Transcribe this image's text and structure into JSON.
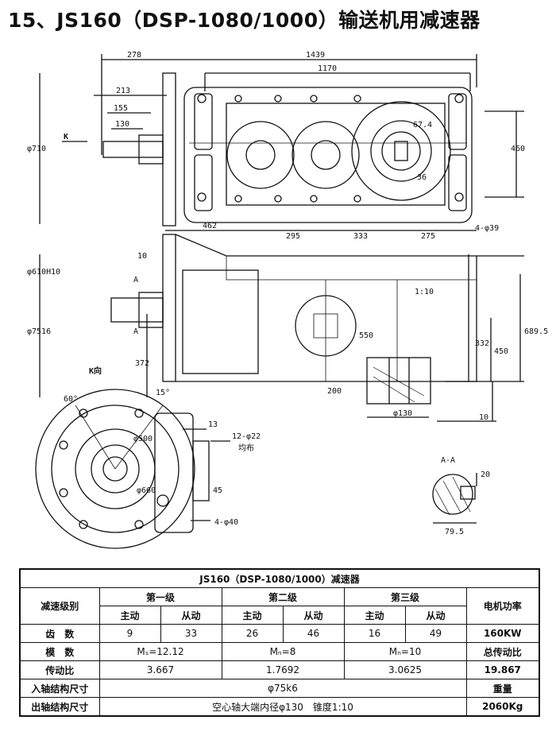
{
  "title": "15、JS160（DSP-1080/1000）输送机用减速器",
  "drawing": {
    "top_dims": [
      "278",
      "1439",
      "1170",
      "213",
      "155",
      "130",
      "460",
      "462",
      "295",
      "333",
      "275",
      "4-φ39",
      "67.4",
      "36"
    ],
    "left_dims": [
      "φ710",
      "φ610H10",
      "φ7516",
      "372"
    ],
    "side_dims": [
      "10",
      "550",
      "332",
      "450",
      "689.5",
      "200",
      "φ130",
      "10",
      "1:10"
    ],
    "markers": [
      "K",
      "A",
      "A",
      "K向"
    ],
    "kview_dims": [
      "60°",
      "15°",
      "φ500",
      "φ660",
      "13",
      "12-φ22",
      "均布",
      "45",
      "4-φ40"
    ],
    "section_title": "A-A",
    "section_dims": [
      "20",
      "79.5"
    ]
  },
  "table": {
    "caption": "JS160（DSP-1080/1000）减速器",
    "stage_label": "减速级别",
    "stages": [
      "第一级",
      "第二级",
      "第三级"
    ],
    "drive": "主动",
    "driven": "从动",
    "power_label": "电机功率",
    "teeth_label": "齿　数",
    "teeth": [
      "9",
      "33",
      "26",
      "46",
      "16",
      "49"
    ],
    "power": "160KW",
    "module_label": "模　数",
    "modules": [
      "Mₛ=12.12",
      "Mₙ=8",
      "Mₙ=10"
    ],
    "total_ratio_label": "总传动比",
    "ratio_label": "传动比",
    "ratios": [
      "3.667",
      "1.7692",
      "3.0625"
    ],
    "total_ratio": "19.867",
    "input_label": "入轴结构尺寸",
    "input_value": "φ75k6",
    "weight_label": "重量",
    "output_label": "出轴结构尺寸",
    "output_value": "空心轴大端内径φ130　锥度1:10",
    "weight": "2060Kg"
  }
}
